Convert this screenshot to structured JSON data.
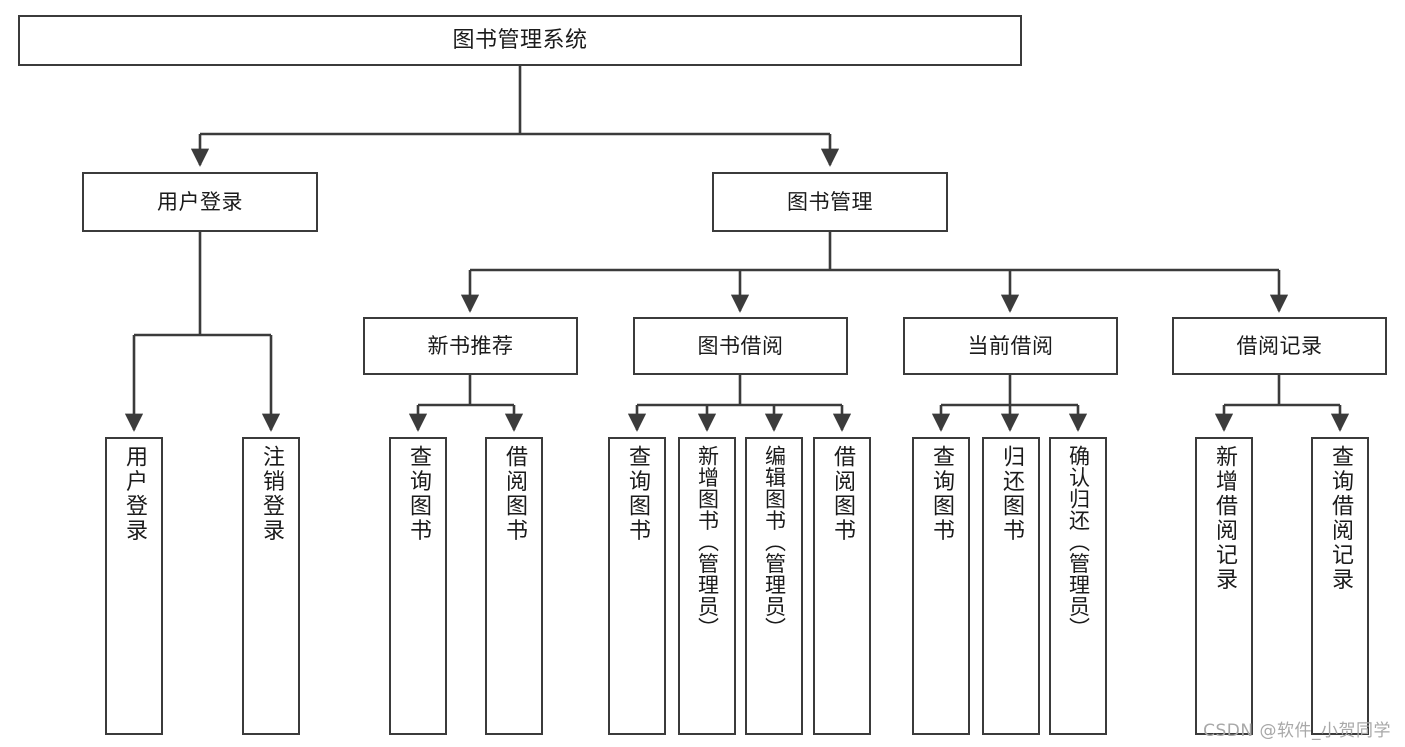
{
  "diagram": {
    "title": "图书管理系统",
    "type": "tree-hierarchy-chart",
    "stroke_color": "#3b3b3b",
    "text_color": "#1b1b1b",
    "background": "#ffffff",
    "root": {
      "label": "图书管理系统"
    },
    "level1": [
      {
        "label": "用户登录"
      },
      {
        "label": "图书管理"
      }
    ],
    "level2": [
      {
        "label": "新书推荐"
      },
      {
        "label": "图书借阅"
      },
      {
        "label": "当前借阅"
      },
      {
        "label": "借阅记录"
      }
    ],
    "leaves": {
      "user_login": [
        {
          "label": "用户登录"
        },
        {
          "label": "注销登录"
        }
      ],
      "new_book_recommend": [
        {
          "label": "查询图书"
        },
        {
          "label": "借阅图书"
        }
      ],
      "book_borrow": [
        {
          "label": "查询图书"
        },
        {
          "label": "新增图书（管理员）"
        },
        {
          "label": "编辑图书（管理员）"
        },
        {
          "label": "借阅图书"
        }
      ],
      "current_borrow": [
        {
          "label": "查询图书"
        },
        {
          "label": "归还图书"
        },
        {
          "label": "确认归还（管理员）"
        }
      ],
      "borrow_records": [
        {
          "label": "新增借阅记录"
        },
        {
          "label": "查询借阅记录"
        }
      ]
    }
  },
  "watermark": {
    "text": "CSDN @软件_小贺同学"
  }
}
